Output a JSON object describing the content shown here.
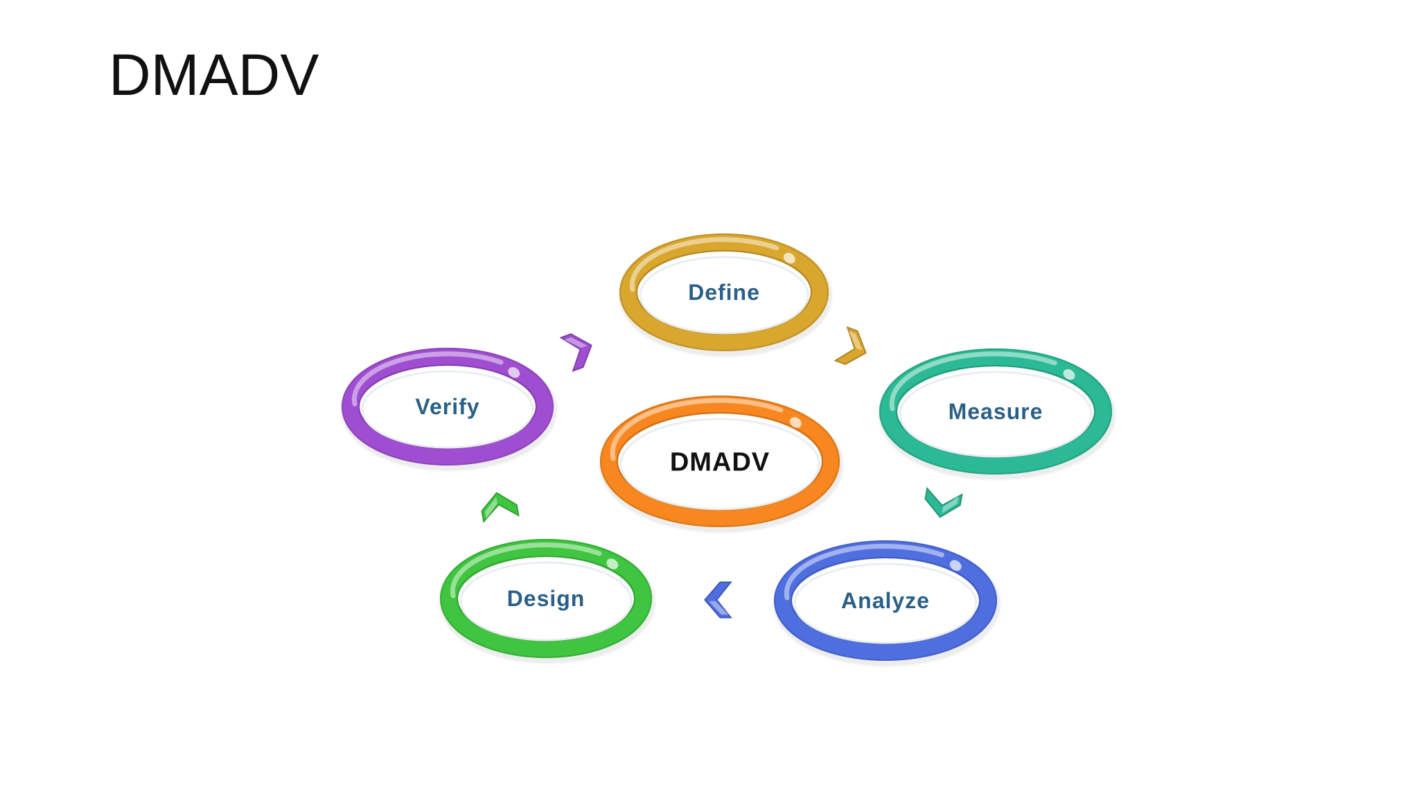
{
  "slide": {
    "title": "DMADV"
  },
  "diagram": {
    "center": {
      "label": "DMADV",
      "color": "#f7871e"
    },
    "phases": [
      {
        "label": "Define",
        "color": "#d9a62e"
      },
      {
        "label": "Measure",
        "color": "#2cb995"
      },
      {
        "label": "Analyze",
        "color": "#4f6ee0"
      },
      {
        "label": "Design",
        "color": "#3fc540"
      },
      {
        "label": "Verify",
        "color": "#a04ed1"
      }
    ],
    "arrows": [
      {
        "name": "arrow-define-to-measure",
        "color": "#d9a62e",
        "icon": "chevron-right-icon"
      },
      {
        "name": "arrow-measure-to-analyze",
        "color": "#2cb995",
        "icon": "chevron-down-icon"
      },
      {
        "name": "arrow-analyze-to-design",
        "color": "#4f6ee0",
        "icon": "chevron-left-icon"
      },
      {
        "name": "arrow-design-to-verify",
        "color": "#3fc540",
        "icon": "chevron-up-icon"
      },
      {
        "name": "arrow-verify-to-define",
        "color": "#a04ed1",
        "icon": "chevron-up-right-icon"
      }
    ]
  }
}
